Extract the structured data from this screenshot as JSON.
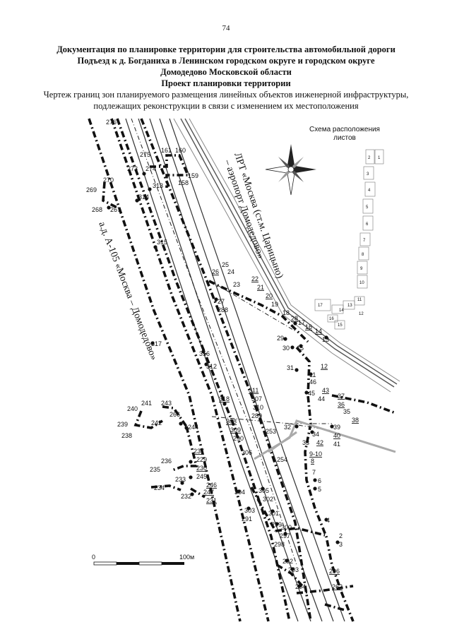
{
  "page_number": "74",
  "title_lines": [
    "Документация по планировке территории для строительства автомобильной дороги",
    "Подъезд к д. Богданиха в Ленинском городском округе и городском округе",
    "Домодедово Московской области",
    "Проект планировки территории"
  ],
  "subtitle_lines": [
    "Чертеж границ зон планируемого размещения линейных объектов инженерной инфраструктуры,",
    "подлежащих реконструкции в связи с изменением их местоположения"
  ],
  "map": {
    "road_labels": {
      "railway_1": "ЛРТ «Москва (ст.м. Царицыно)",
      "railway_2": "– аэропорт Домодедово»",
      "highway": "а.д. А-105 «Москва – Домодедово»"
    },
    "scheme": {
      "title_1": "Схема расположения",
      "title_2": "листов",
      "sheets": [
        "2",
        "1",
        "3",
        "4",
        "5",
        "6",
        "7",
        "8",
        "9",
        "10",
        "11",
        "12",
        "13",
        "14",
        "15",
        "16",
        "17"
      ]
    },
    "scale": {
      "zero": "0",
      "end": "100м"
    },
    "point_labels": [
      "276",
      "275",
      "161",
      "160",
      "273",
      "274",
      "159",
      "158",
      "313",
      "270",
      "269",
      "314",
      "268",
      "267",
      "315",
      "26",
      "25",
      "24",
      "23",
      "22",
      "21",
      "20",
      "19",
      "27",
      "288",
      "18",
      "28",
      "17",
      "16",
      "14",
      "13",
      "29",
      "30",
      "15",
      "317",
      "316",
      "312",
      "31",
      "12",
      "11",
      "46",
      "45",
      "43",
      "44",
      "37",
      "36",
      "35",
      "38",
      "311",
      "307",
      "310",
      "289",
      "318",
      "266",
      "308",
      "309",
      "290",
      "32",
      "34",
      "39",
      "40",
      "41",
      "241",
      "243",
      "240",
      "242",
      "239",
      "238",
      "244",
      "253",
      "33",
      "42",
      "9-10",
      "8",
      "306",
      "254",
      "237",
      "236",
      "229",
      "230",
      "235",
      "245",
      "233",
      "246",
      "234",
      "247",
      "232",
      "231",
      "7",
      "6",
      "5",
      "304",
      "305",
      "302",
      "303",
      "301",
      "291",
      "299",
      "300",
      "4",
      "298",
      "297",
      "2",
      "3",
      "292",
      "293",
      "296",
      "294",
      "262"
    ]
  }
}
